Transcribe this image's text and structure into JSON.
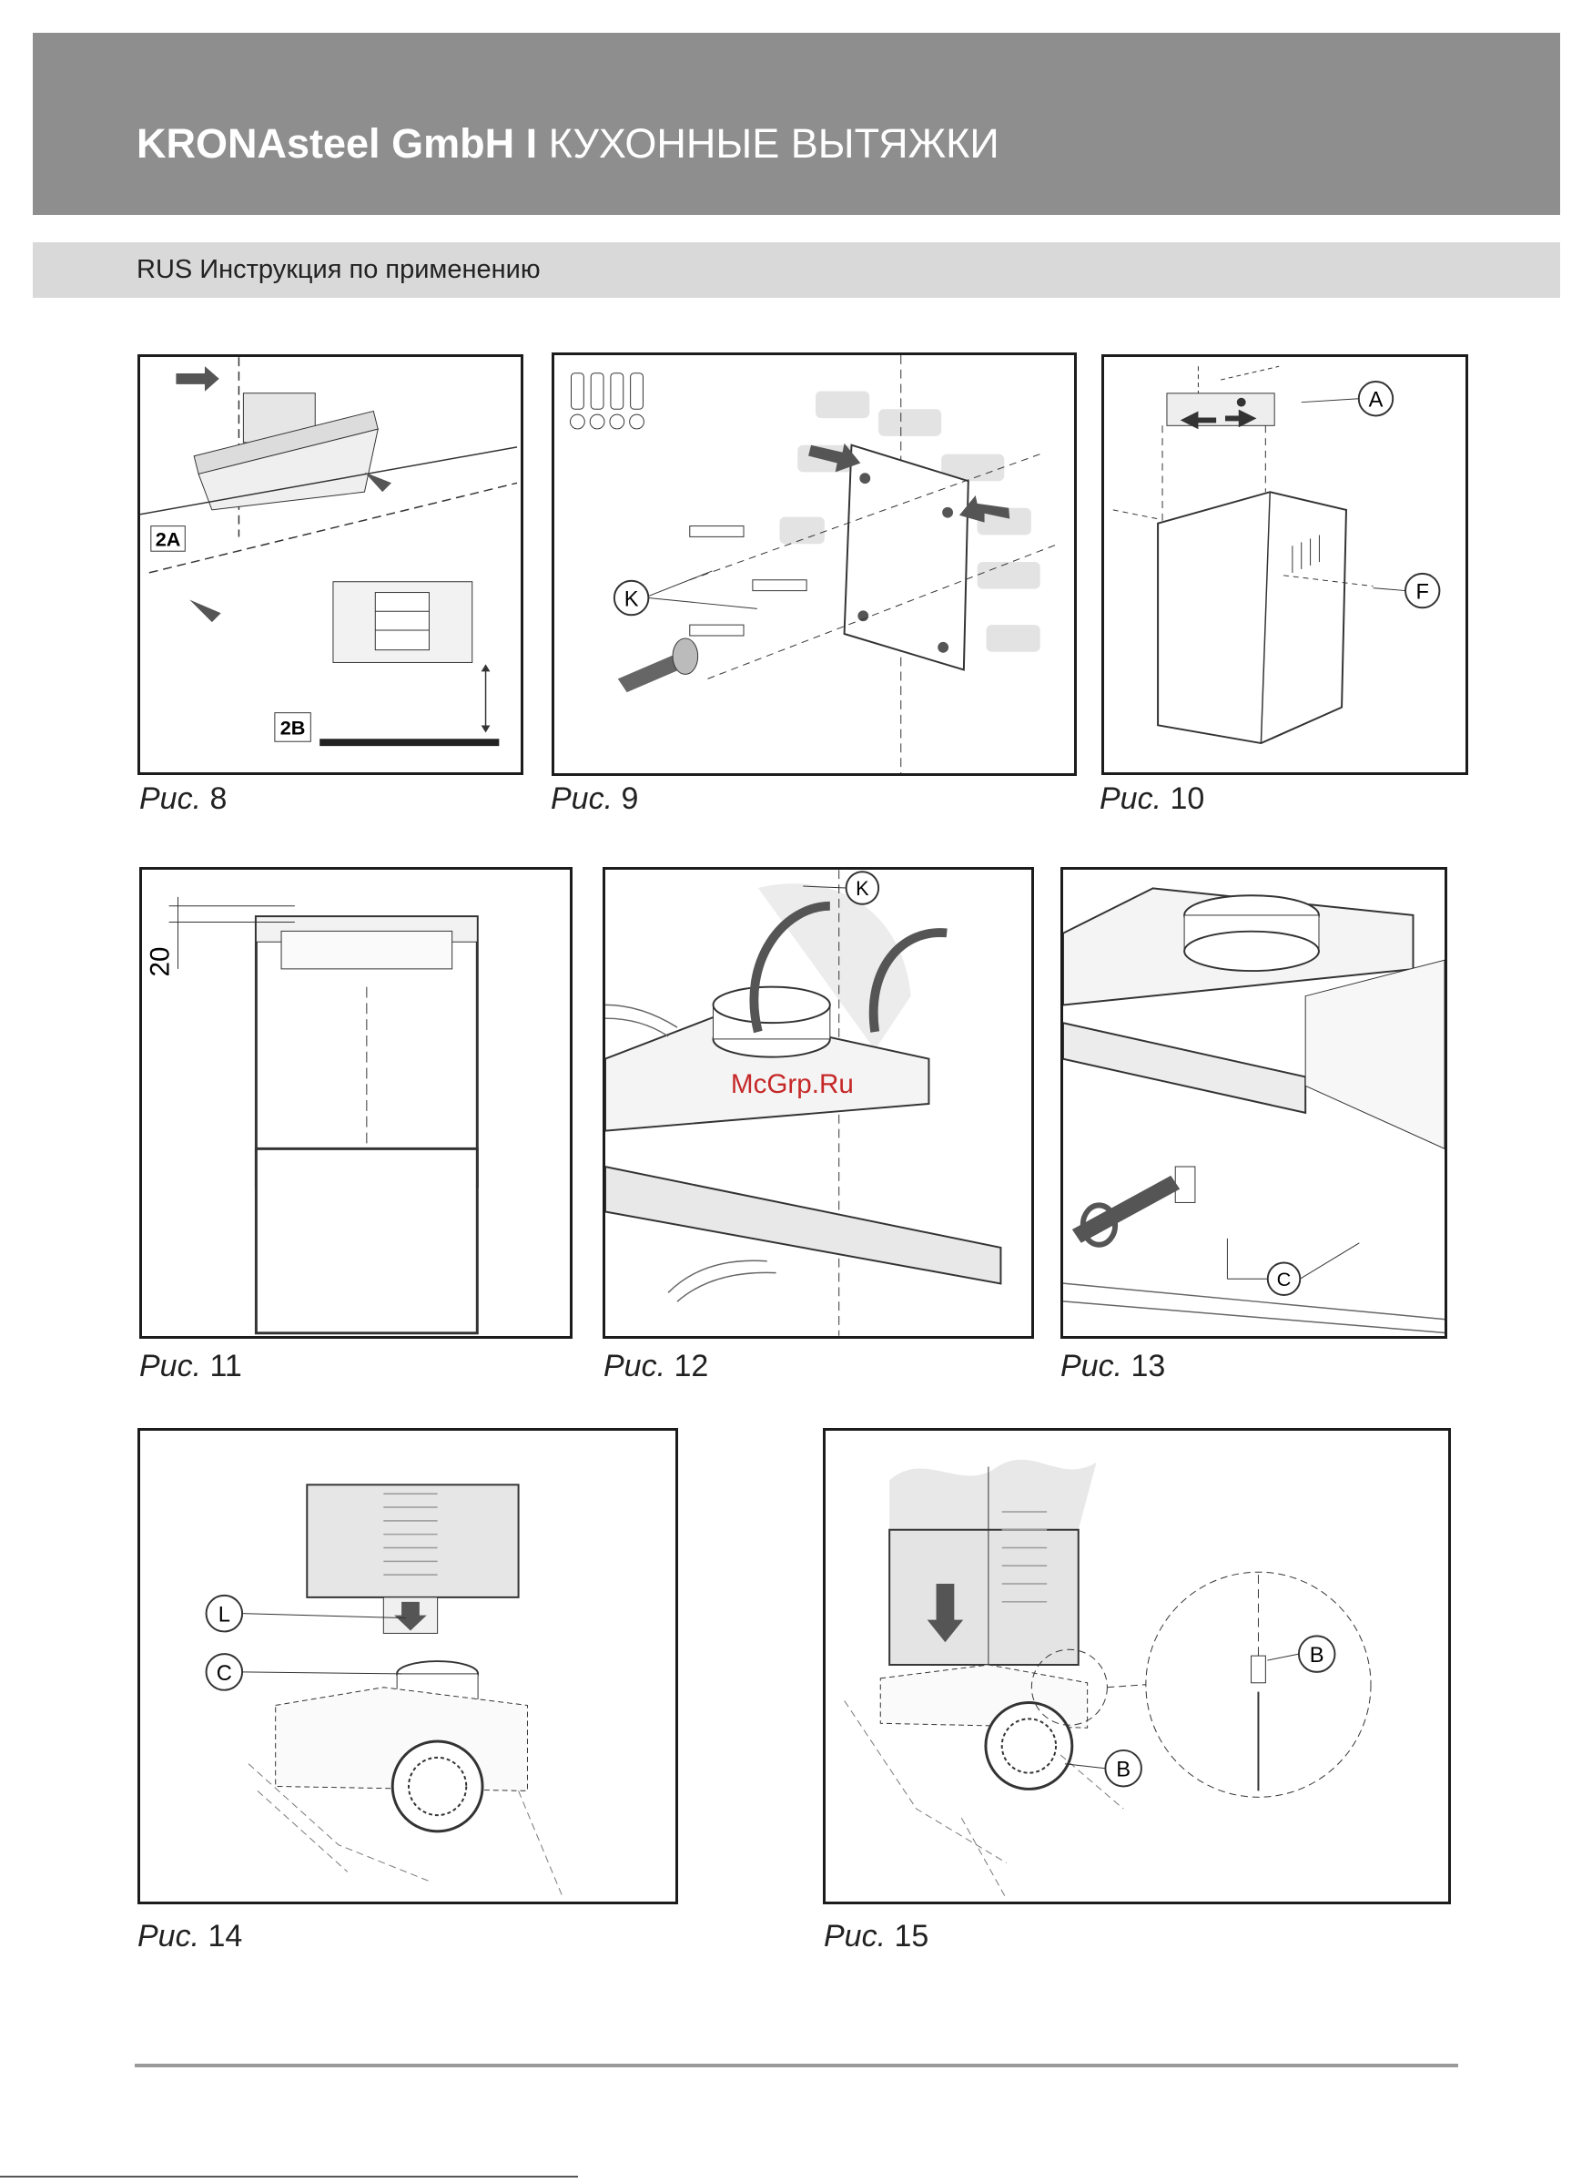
{
  "header": {
    "brand": "KRONAsteel GmbH I",
    "title": "КУХОННЫЕ ВЫТЯЖКИ"
  },
  "subheader": {
    "text": "RUS Инструкция по применению"
  },
  "caption_prefix": "Рис.",
  "figures": [
    {
      "number": "8",
      "labels": [
        "2A",
        "2B"
      ]
    },
    {
      "number": "9",
      "labels": [
        "K"
      ]
    },
    {
      "number": "10",
      "labels": [
        "A",
        "F"
      ]
    },
    {
      "number": "11",
      "labels": [
        "20"
      ]
    },
    {
      "number": "12",
      "labels": [
        "K"
      ],
      "watermark": "McGrp.Ru"
    },
    {
      "number": "13",
      "labels": [
        "C"
      ]
    },
    {
      "number": "14",
      "labels": [
        "L",
        "C"
      ]
    },
    {
      "number": "15",
      "labels": [
        "B",
        "B"
      ]
    }
  ]
}
